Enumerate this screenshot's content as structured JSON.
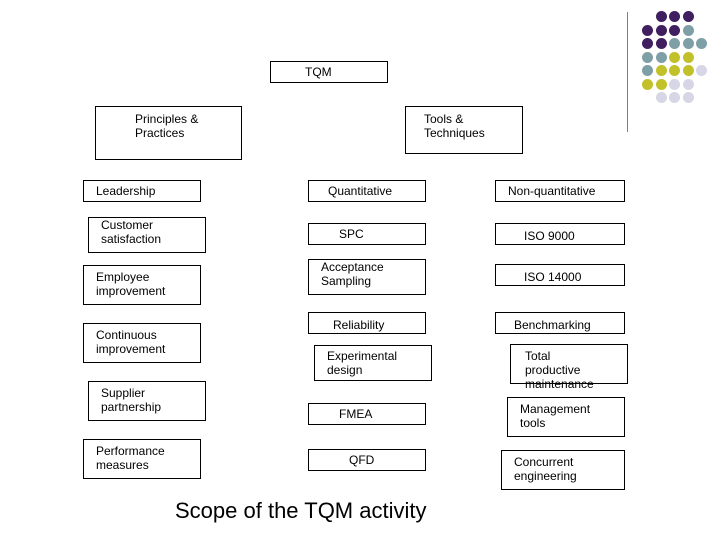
{
  "title": "Scope of the TQM activity",
  "root": {
    "label": "TQM"
  },
  "branches": {
    "principles": {
      "label_line1": "Principles &",
      "label_line2": "Practices"
    },
    "tools": {
      "label_line1": "Tools &",
      "label_line2": "Techniques"
    }
  },
  "principles_items": [
    {
      "line1": "Leadership",
      "line2": ""
    },
    {
      "line1": "Customer",
      "line2": "satisfaction"
    },
    {
      "line1": "Employee",
      "line2": "improvement"
    },
    {
      "line1": "Continuous",
      "line2": "improvement"
    },
    {
      "line1": "Supplier",
      "line2": "partnership"
    },
    {
      "line1": "Performance",
      "line2": "measures"
    }
  ],
  "quantitative": {
    "header": "Quantitative",
    "items": [
      {
        "line1": "SPC",
        "line2": ""
      },
      {
        "line1": "Acceptance",
        "line2": "Sampling"
      },
      {
        "line1": "Reliability",
        "line2": ""
      },
      {
        "line1": "Experimental",
        "line2": "design"
      },
      {
        "line1": "FMEA",
        "line2": ""
      },
      {
        "line1": "QFD",
        "line2": ""
      }
    ]
  },
  "non_quantitative": {
    "header": "Non-quantitative",
    "items": [
      {
        "line1": "ISO 9000",
        "line2": "",
        "line3": ""
      },
      {
        "line1": "ISO 14000",
        "line2": "",
        "line3": ""
      },
      {
        "line1": "Benchmarking",
        "line2": "",
        "line3": ""
      },
      {
        "line1": "Total",
        "line2": "productive",
        "line3": "maintenance"
      },
      {
        "line1": "Management",
        "line2": "tools",
        "line3": ""
      },
      {
        "line1": "Concurrent",
        "line2": "engineering",
        "line3": ""
      }
    ]
  },
  "colors": {
    "purple": "#3f1f5f",
    "teal": "#7f9fa6",
    "olive": "#c2c12a",
    "lavender": "#d6d6e6"
  }
}
